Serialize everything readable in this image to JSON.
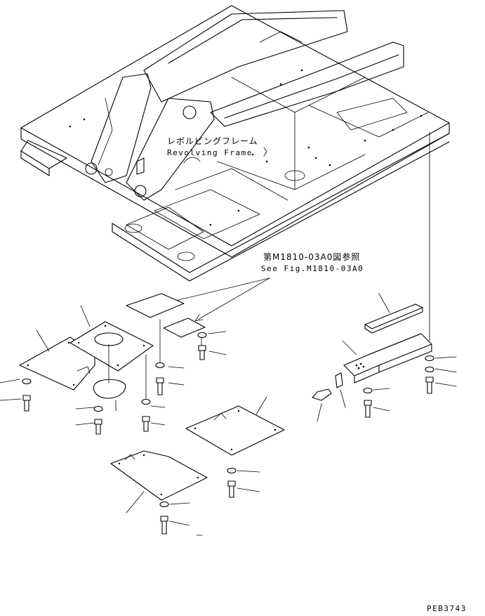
{
  "labels": {
    "frame_jp": "レボルビングフレーム",
    "frame_en": "Revolving Frame",
    "ref_jp": "第M1810-03A0図参照",
    "ref_en": "See Fig.M1810-03A0",
    "drawing_code": "PEB3743"
  }
}
